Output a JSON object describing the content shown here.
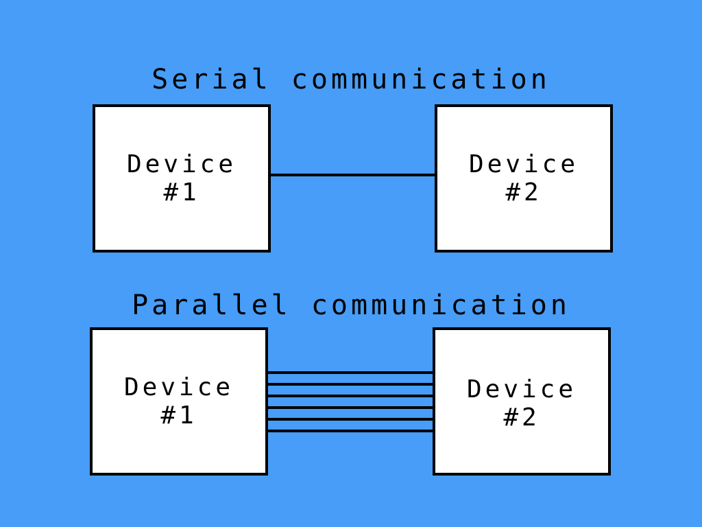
{
  "colors": {
    "background": "#479df7",
    "box_fill": "#ffffff",
    "stroke": "#000000"
  },
  "serial": {
    "title": "Serial communication",
    "device1": {
      "name": "Device",
      "number": "#1"
    },
    "device2": {
      "name": "Device",
      "number": "#2"
    },
    "wire_count": 1
  },
  "parallel": {
    "title": "Parallel communication",
    "device1": {
      "name": "Device",
      "number": "#1"
    },
    "device2": {
      "name": "Device",
      "number": "#2"
    },
    "wire_count": 6
  }
}
